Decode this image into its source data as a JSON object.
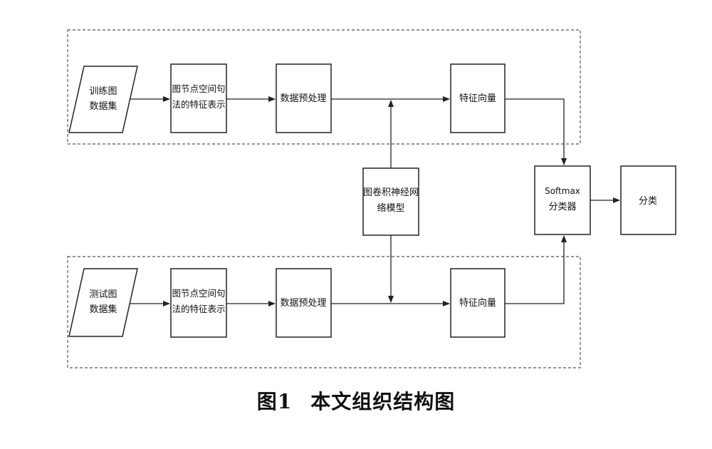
{
  "diagram": {
    "train": {
      "input_line1": "训练图",
      "input_line2": "数据集",
      "repr_line1": "图节点空间句",
      "repr_line2": "法的特征表示",
      "preprocess": "数据预处理",
      "feature": "特征向量"
    },
    "gcn": {
      "line1": "图卷积神经网",
      "line2": "络模型"
    },
    "classifier": {
      "line1": "Softmax",
      "line2": "分类器"
    },
    "output": "分类",
    "test": {
      "input_line1": "测试图",
      "input_line2": "数据集",
      "repr_line1": "图节点空间句",
      "repr_line2": "法的特征表示",
      "preprocess": "数据预处理",
      "feature": "特征向量"
    }
  },
  "caption": {
    "number": "图1",
    "text": "本文组织结构图"
  }
}
